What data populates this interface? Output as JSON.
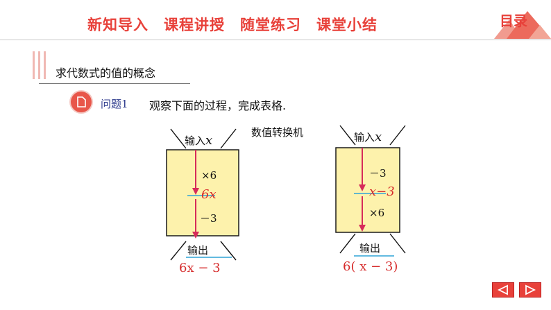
{
  "header": {
    "nav": [
      "新知导入",
      "课程讲授",
      "随堂练习",
      "课堂小结"
    ],
    "toc_label": "目录"
  },
  "section": {
    "title": "求代数式的值的概念"
  },
  "question": {
    "label": "问题1",
    "text": "观察下面的过程，完成表格."
  },
  "machine_label": "数值转换机",
  "machine_left": {
    "input": "输入",
    "input_var": "x",
    "op1": "×6",
    "mid": "6x",
    "op2": "－3",
    "output": "输出",
    "result": "6x − 3"
  },
  "machine_right": {
    "input": "输入",
    "input_var": "x",
    "op1": "－3",
    "mid": "x−3",
    "op2": "×6",
    "output": "输出",
    "result": "6( x − 3)"
  },
  "colors": {
    "accent": "#e8413a",
    "box_fill": "#fdf2ac",
    "arrow": "#d62b5a",
    "underline": "#2fa3d6"
  }
}
